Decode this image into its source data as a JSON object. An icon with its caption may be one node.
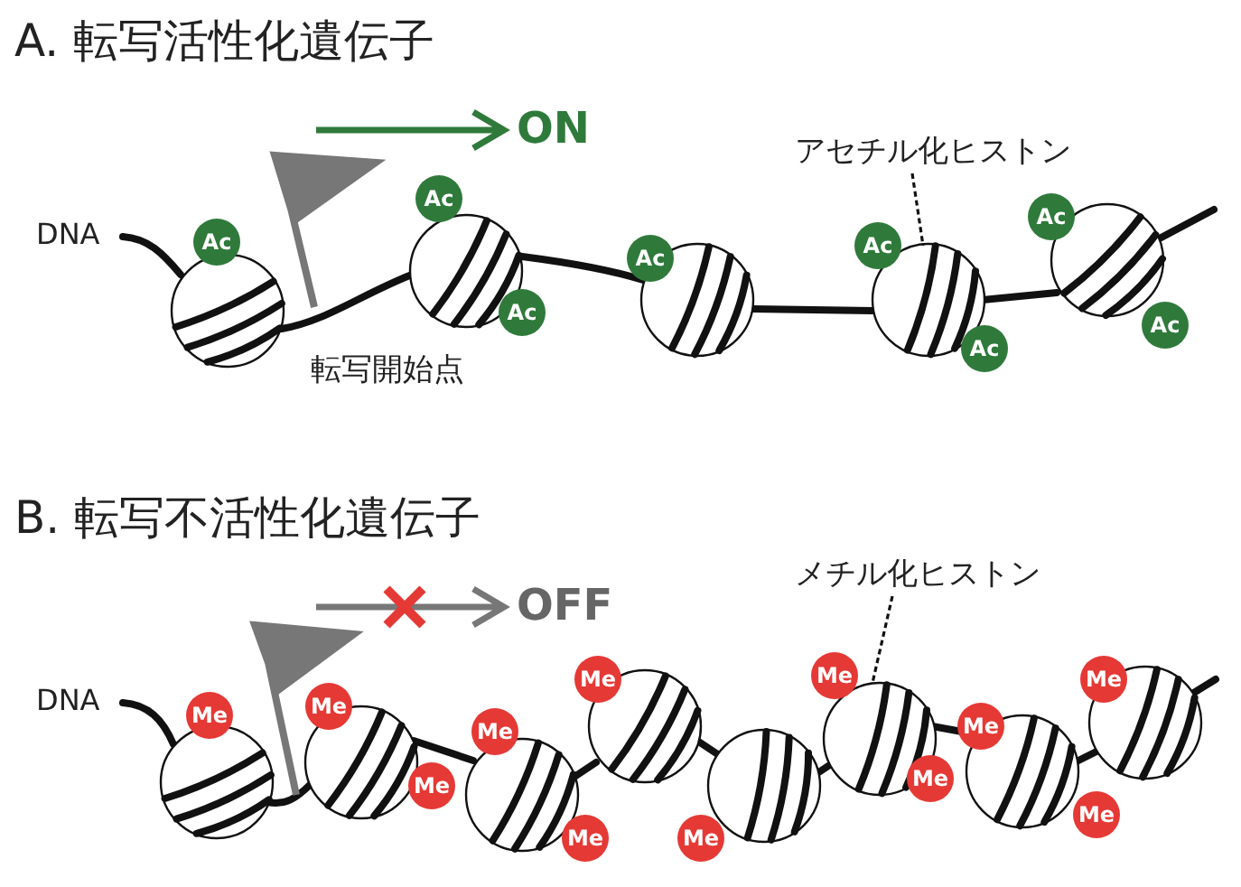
{
  "diagram": {
    "nodes": [
      {
        "text": [
          "アセチル化ヒストン"
        ]
      },
      {
        "text": [],
        "shape": "circle"
      },
      {
        "text": [
          "Ac"
        ]
      },
      {
        "text": [
          "Ac"
        ]
      },
      {
        "text": [
          "Ac"
        ]
      },
      {
        "text": [
          "Ac"
        ]
      },
      {
        "text": [
          "Ac"
        ]
      },
      {
        "text": [
          "Ac"
        ]
      },
      {
        "text": [
          "Ac"
        ]
      },
      {
        "text": [
          "Ac"
        ]
      },
      {
        "text": [
          "メチル化ヒストン"
        ]
      },
      {
        "text": [],
        "shape": "circle"
      },
      {
        "text": [
          "Me"
        ]
      },
      {
        "text": [
          "Me"
        ]
      },
      {
        "text": [
          "Me"
        ]
      },
      {
        "text": [
          "Me"
        ]
      },
      {
        "text": [
          "Me"
        ]
      },
      {
        "text": [
          "Me"
        ]
      },
      {
        "text": [
          "Me"
        ]
      },
      {
        "text": [
          "Me"
        ]
      },
      {
        "text": [
          "Me"
        ]
      },
      {
        "text": [
          "Me"
        ]
      },
      {
        "text": [
          "Me"
        ]
      },
      {
        "text": [
          "Me"
        ]
      }
    ],
    "edges": [
      {
        "from": 0,
        "to": 1,
        "arrow": "none",
        "style": "dashed"
      },
      {
        "from": 10,
        "to": 11,
        "arrow": "none",
        "style": "dashed"
      }
    ],
    "labels": [
      "A. 転写活性化遺伝子",
      "ON",
      "DNA",
      "転写開始点",
      "B. 転写不活性化遺伝子",
      "OFF",
      "DNA"
    ]
  }
}
